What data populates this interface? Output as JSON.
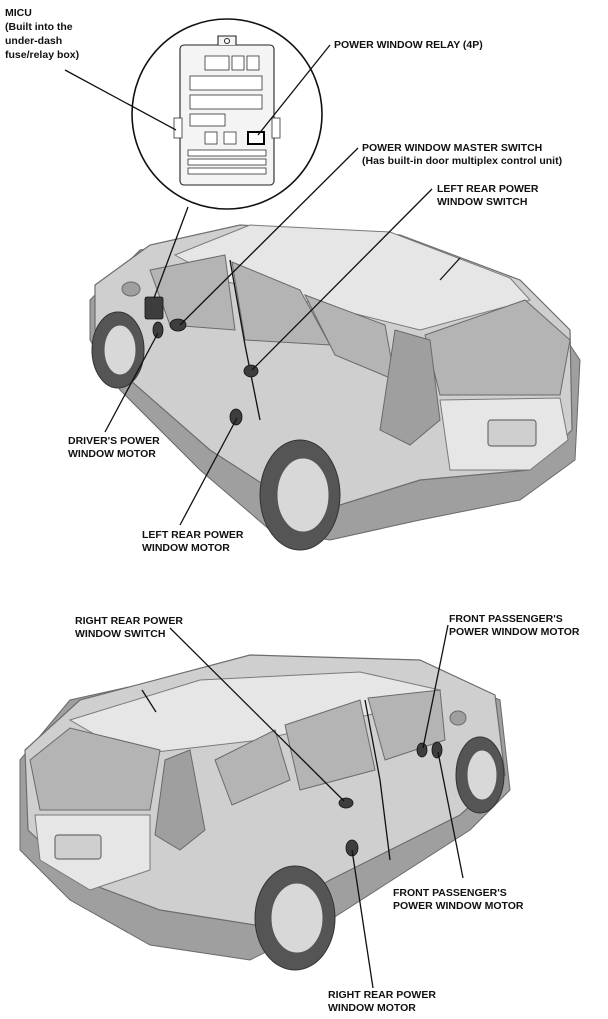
{
  "labels": {
    "micu": [
      "MICU",
      "(Built into the",
      "under-dash",
      "fuse/relay box)"
    ],
    "power_window_relay": [
      "POWER WINDOW RELAY (4P)"
    ],
    "master_switch": [
      "POWER WINDOW  MASTER SWITCH",
      "(Has built-in door multiplex control unit)"
    ],
    "left_rear_switch": [
      "LEFT REAR POWER",
      "WINDOW SWITCH"
    ],
    "drivers_motor": [
      "DRIVER'S POWER",
      "WINDOW MOTOR"
    ],
    "left_rear_motor": [
      "LEFT REAR POWER",
      "WINDOW MOTOR"
    ],
    "right_rear_switch": [
      "RIGHT REAR POWER",
      "WINDOW SWITCH"
    ],
    "front_passenger_motor_top": [
      "FRONT PASSENGER'S",
      "POWER WINDOW MOTOR"
    ],
    "front_passenger_motor_bottom": [
      "FRONT PASSENGER'S",
      "POWER WINDOW MOTOR"
    ],
    "right_rear_motor": [
      "RIGHT REAR POWER",
      "WINDOW MOTOR"
    ]
  }
}
